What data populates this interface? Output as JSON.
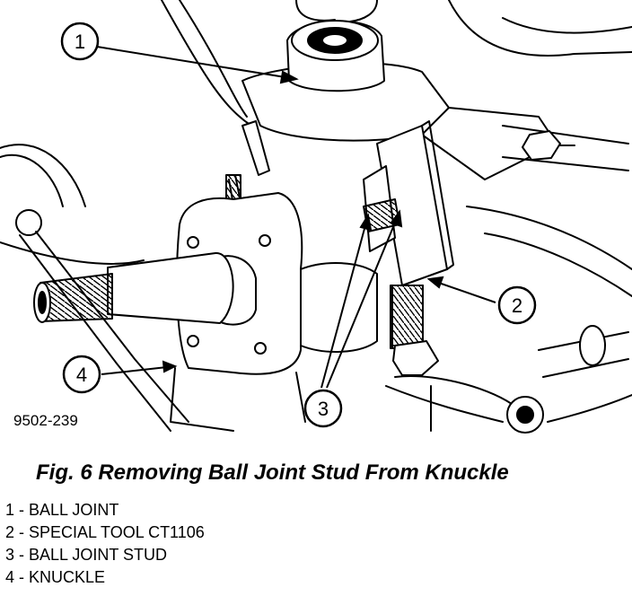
{
  "figure": {
    "id_label": "9502-239",
    "caption": "Fig. 6 Removing Ball Joint Stud From Knuckle"
  },
  "callouts": [
    {
      "number": "1"
    },
    {
      "number": "2"
    },
    {
      "number": "3"
    },
    {
      "number": "4"
    }
  ],
  "legend": [
    {
      "text": "1 - BALL JOINT"
    },
    {
      "text": "2 - SPECIAL TOOL CT1106"
    },
    {
      "text": "3 - BALL JOINT STUD"
    },
    {
      "text": "4 - KNUCKLE"
    }
  ]
}
